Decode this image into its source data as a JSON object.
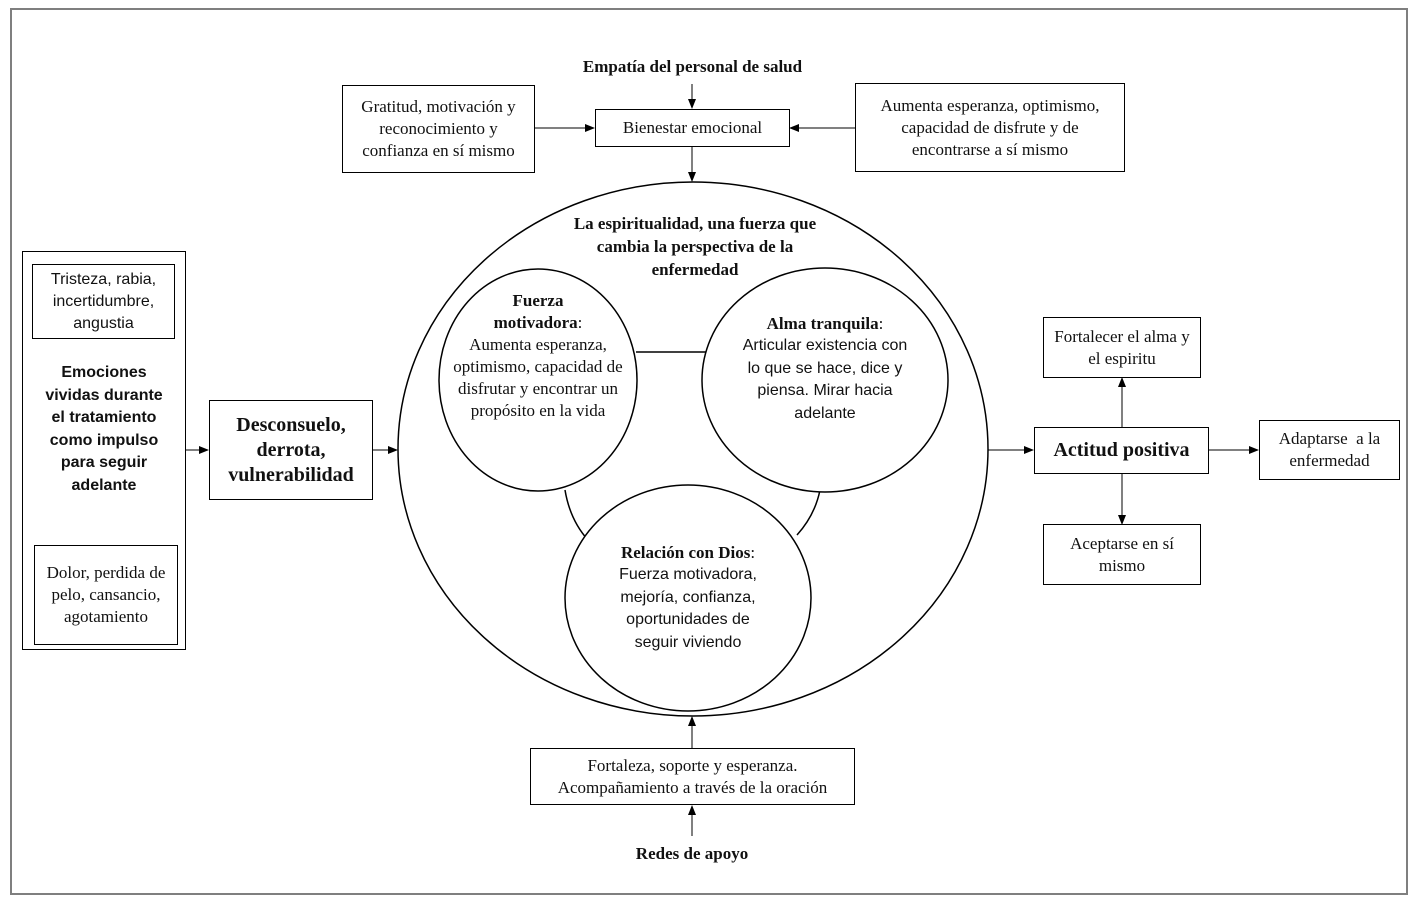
{
  "diagram": {
    "top": {
      "source_label": "Empatía del personal de salud",
      "center_box": "Bienestar emocional",
      "left_box": "Gratitud, motivación y reconocimiento y confianza en sí mismo",
      "right_box": "Aumenta esperanza, optimismo, capacidad de disfrute y de encontrarse a sí mismo"
    },
    "left": {
      "container_title": "Emociones vividas durante el tratamiento como impulso para seguir adelante",
      "top_box": "Tristeza, rabia, incertidumbre, angustia",
      "bottom_box": "Dolor, perdida de pelo, cansancio, agotamiento",
      "result_box": "Desconsuelo, derrota, vulnerabilidad"
    },
    "center": {
      "title": "La espiritualidad, una fuerza que cambia la perspectiva de la enfermedad",
      "circles": [
        {
          "title": "Fuerza motivadora",
          "sep": ":",
          "text": "Aumenta esperanza, optimismo, capacidad de disfrutar y encontrar un propósito en la vida"
        },
        {
          "title": "Alma tranquila",
          "sep": ":",
          "text": "Articular existencia con lo que se hace, dice y piensa. Mirar hacia adelante"
        },
        {
          "title": "Relación con Dios",
          "sep": ":",
          "text": "Fuerza motivadora, mejoría, confianza, oportunidades de seguir viviendo"
        }
      ]
    },
    "bottom": {
      "box": "Fortaleza, soporte y esperanza. Acompañamiento a través de la oración",
      "source_label": "Redes de apoyo"
    },
    "right": {
      "center_box": "Actitud positiva",
      "top_box": "Fortalecer el alma y el espiritu",
      "bottom_box": "Aceptarse en sí mismo",
      "right_box": "Adaptarse  a la enfermedad"
    }
  }
}
